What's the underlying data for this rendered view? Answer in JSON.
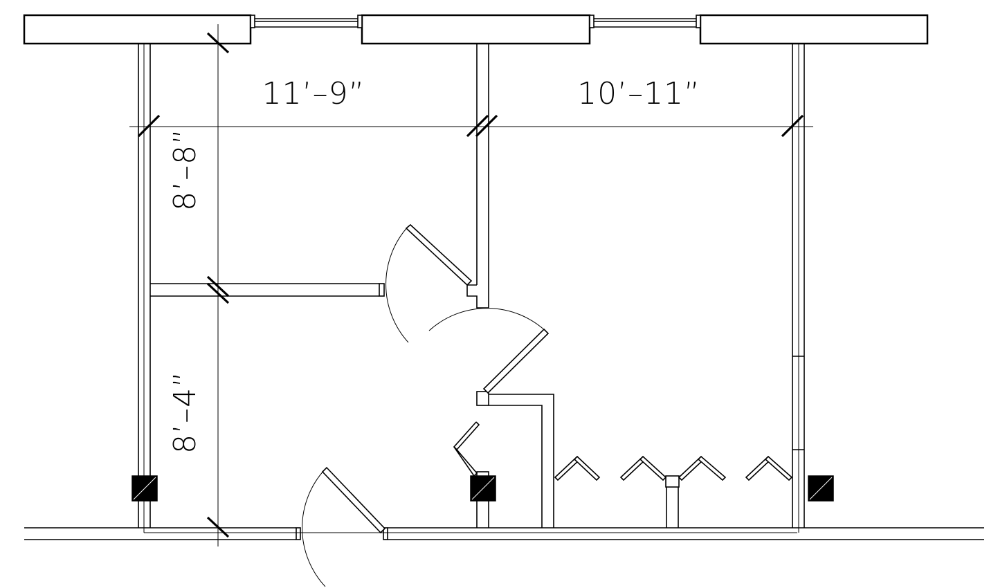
{
  "dimensions": {
    "top_left": "11’–9”",
    "top_right": "10’–11”",
    "left_upper": "8’–8”",
    "left_lower": "8’–4”"
  },
  "colors": {
    "line": "#000000",
    "background": "#ffffff",
    "column_fill": "#000000"
  }
}
